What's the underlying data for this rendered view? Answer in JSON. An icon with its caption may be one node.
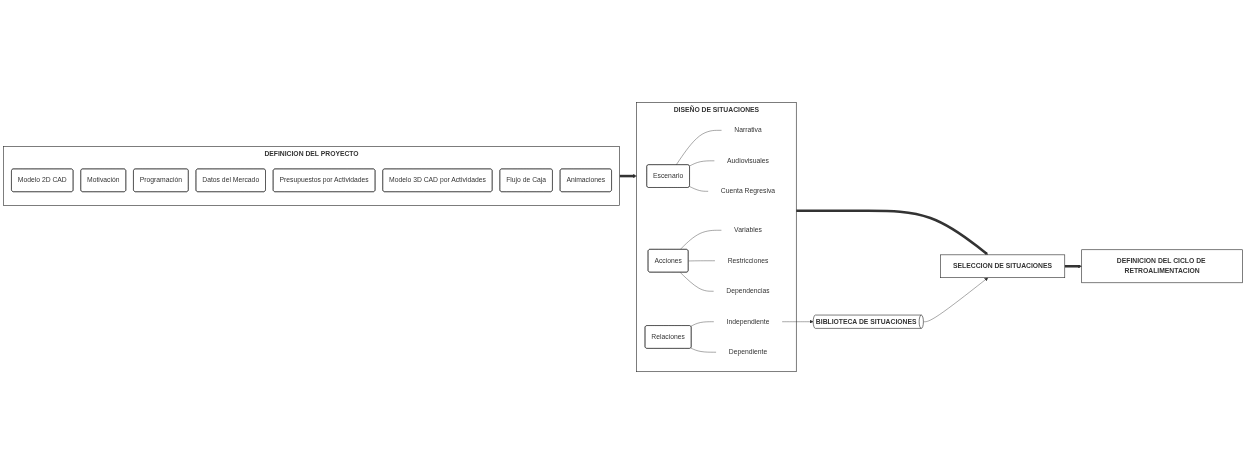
{
  "diagram": {
    "nodes": [
      {
        "text": [
          "DEFINICION DEL PROYECTO"
        ]
      },
      {
        "text": [
          "Modelo 2D CAD"
        ],
        "in": 0
      },
      {
        "text": [
          "Motivación"
        ],
        "in": 0
      },
      {
        "text": [
          "Programación"
        ],
        "in": 0
      },
      {
        "text": [
          "Datos del Mercado"
        ],
        "in": 0
      },
      {
        "text": [
          "Presupuestos por Actividades"
        ],
        "in": 0
      },
      {
        "text": [
          "Modelo 3D CAD por Actividades"
        ],
        "in": 0
      },
      {
        "text": [
          "Flujo de Caja"
        ],
        "in": 0
      },
      {
        "text": [
          "Animaciones"
        ],
        "in": 0
      },
      {
        "text": [
          "DISEÑO DE SITUACIONES"
        ]
      },
      {
        "text": [
          "Escenario"
        ],
        "in": 9
      },
      {
        "text": [
          "Narrativa"
        ],
        "in": 9
      },
      {
        "text": [
          "Audiovisuales"
        ],
        "in": 9
      },
      {
        "text": [
          "Cuenta Regresiva"
        ],
        "in": 9
      },
      {
        "text": [
          "Acciones"
        ],
        "in": 9
      },
      {
        "text": [
          "Variables"
        ],
        "in": 9
      },
      {
        "text": [
          "Restricciones"
        ],
        "in": 9
      },
      {
        "text": [
          "Dependencias"
        ],
        "in": 9
      },
      {
        "text": [
          "Relaciones"
        ],
        "in": 9
      },
      {
        "text": [
          "Independiente"
        ],
        "in": 9
      },
      {
        "text": [
          "Dependiente"
        ],
        "in": 9
      },
      {
        "text": [
          "SELECCION DE SITUACIONES"
        ]
      },
      {
        "text": [
          "DEFINICION DEL CICLO DE RETROALIMENTACION"
        ]
      },
      {
        "text": [
          "BIBLIOTECA DE SITUACIONES"
        ]
      }
    ],
    "edges": [
      {
        "from": 0,
        "to": 9,
        "arrow": "to",
        "style": "thick"
      },
      {
        "from": 9,
        "to": 21,
        "arrow": "to",
        "style": "thick"
      },
      {
        "from": 21,
        "to": 22,
        "arrow": "to",
        "style": "thick"
      },
      {
        "from": 10,
        "to": 11,
        "arrow": "none"
      },
      {
        "from": 10,
        "to": 12,
        "arrow": "none"
      },
      {
        "from": 10,
        "to": 13,
        "arrow": "none"
      },
      {
        "from": 14,
        "to": 15,
        "arrow": "none"
      },
      {
        "from": 14,
        "to": 16,
        "arrow": "none"
      },
      {
        "from": 14,
        "to": 17,
        "arrow": "none"
      },
      {
        "from": 18,
        "to": 19,
        "arrow": "none"
      },
      {
        "from": 18,
        "to": 20,
        "arrow": "none"
      },
      {
        "from": 19,
        "to": 23,
        "arrow": "to"
      },
      {
        "from": 23,
        "to": 21,
        "arrow": "to"
      }
    ]
  }
}
